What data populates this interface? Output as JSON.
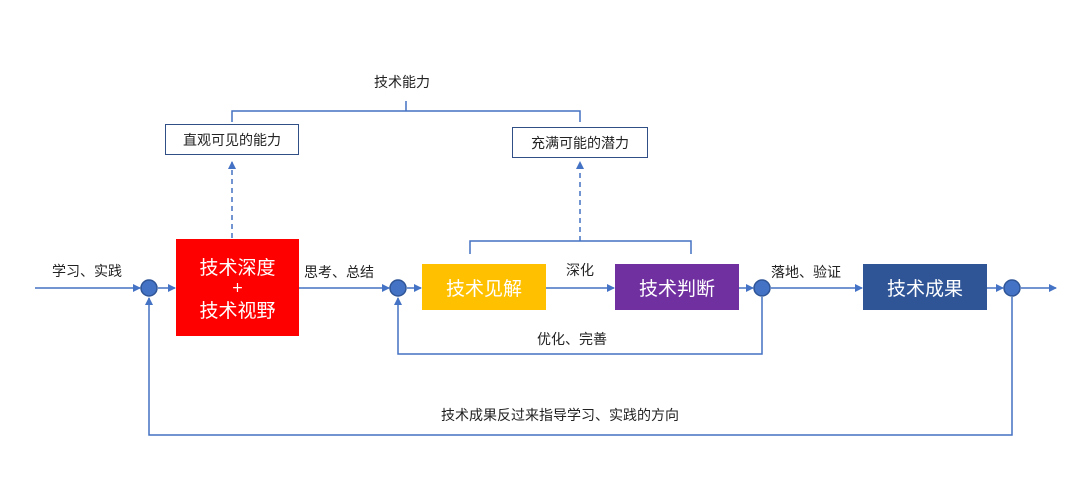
{
  "labels": {
    "top_title": "技术能力",
    "visible_ability": "直观可见的能力",
    "potential": "充满可能的潜力",
    "input": "学习、实践",
    "reflect": "思考、总结",
    "deepen": "深化",
    "verify": "落地、验证",
    "optimize": "优化、完善",
    "feedback": "技术成果反过来指导学习、实践的方向"
  },
  "blocks": {
    "depth_line1": "技术深度",
    "plus": "+",
    "depth_line2": "技术视野",
    "insight": "技术见解",
    "judgment": "技术判断",
    "result": "技术成果"
  },
  "colors": {
    "line": "#4472c4",
    "node": "#4472c4",
    "red": "#ff0000",
    "yellow": "#ffc000",
    "purple": "#7030a0",
    "navy": "#2f5597"
  }
}
